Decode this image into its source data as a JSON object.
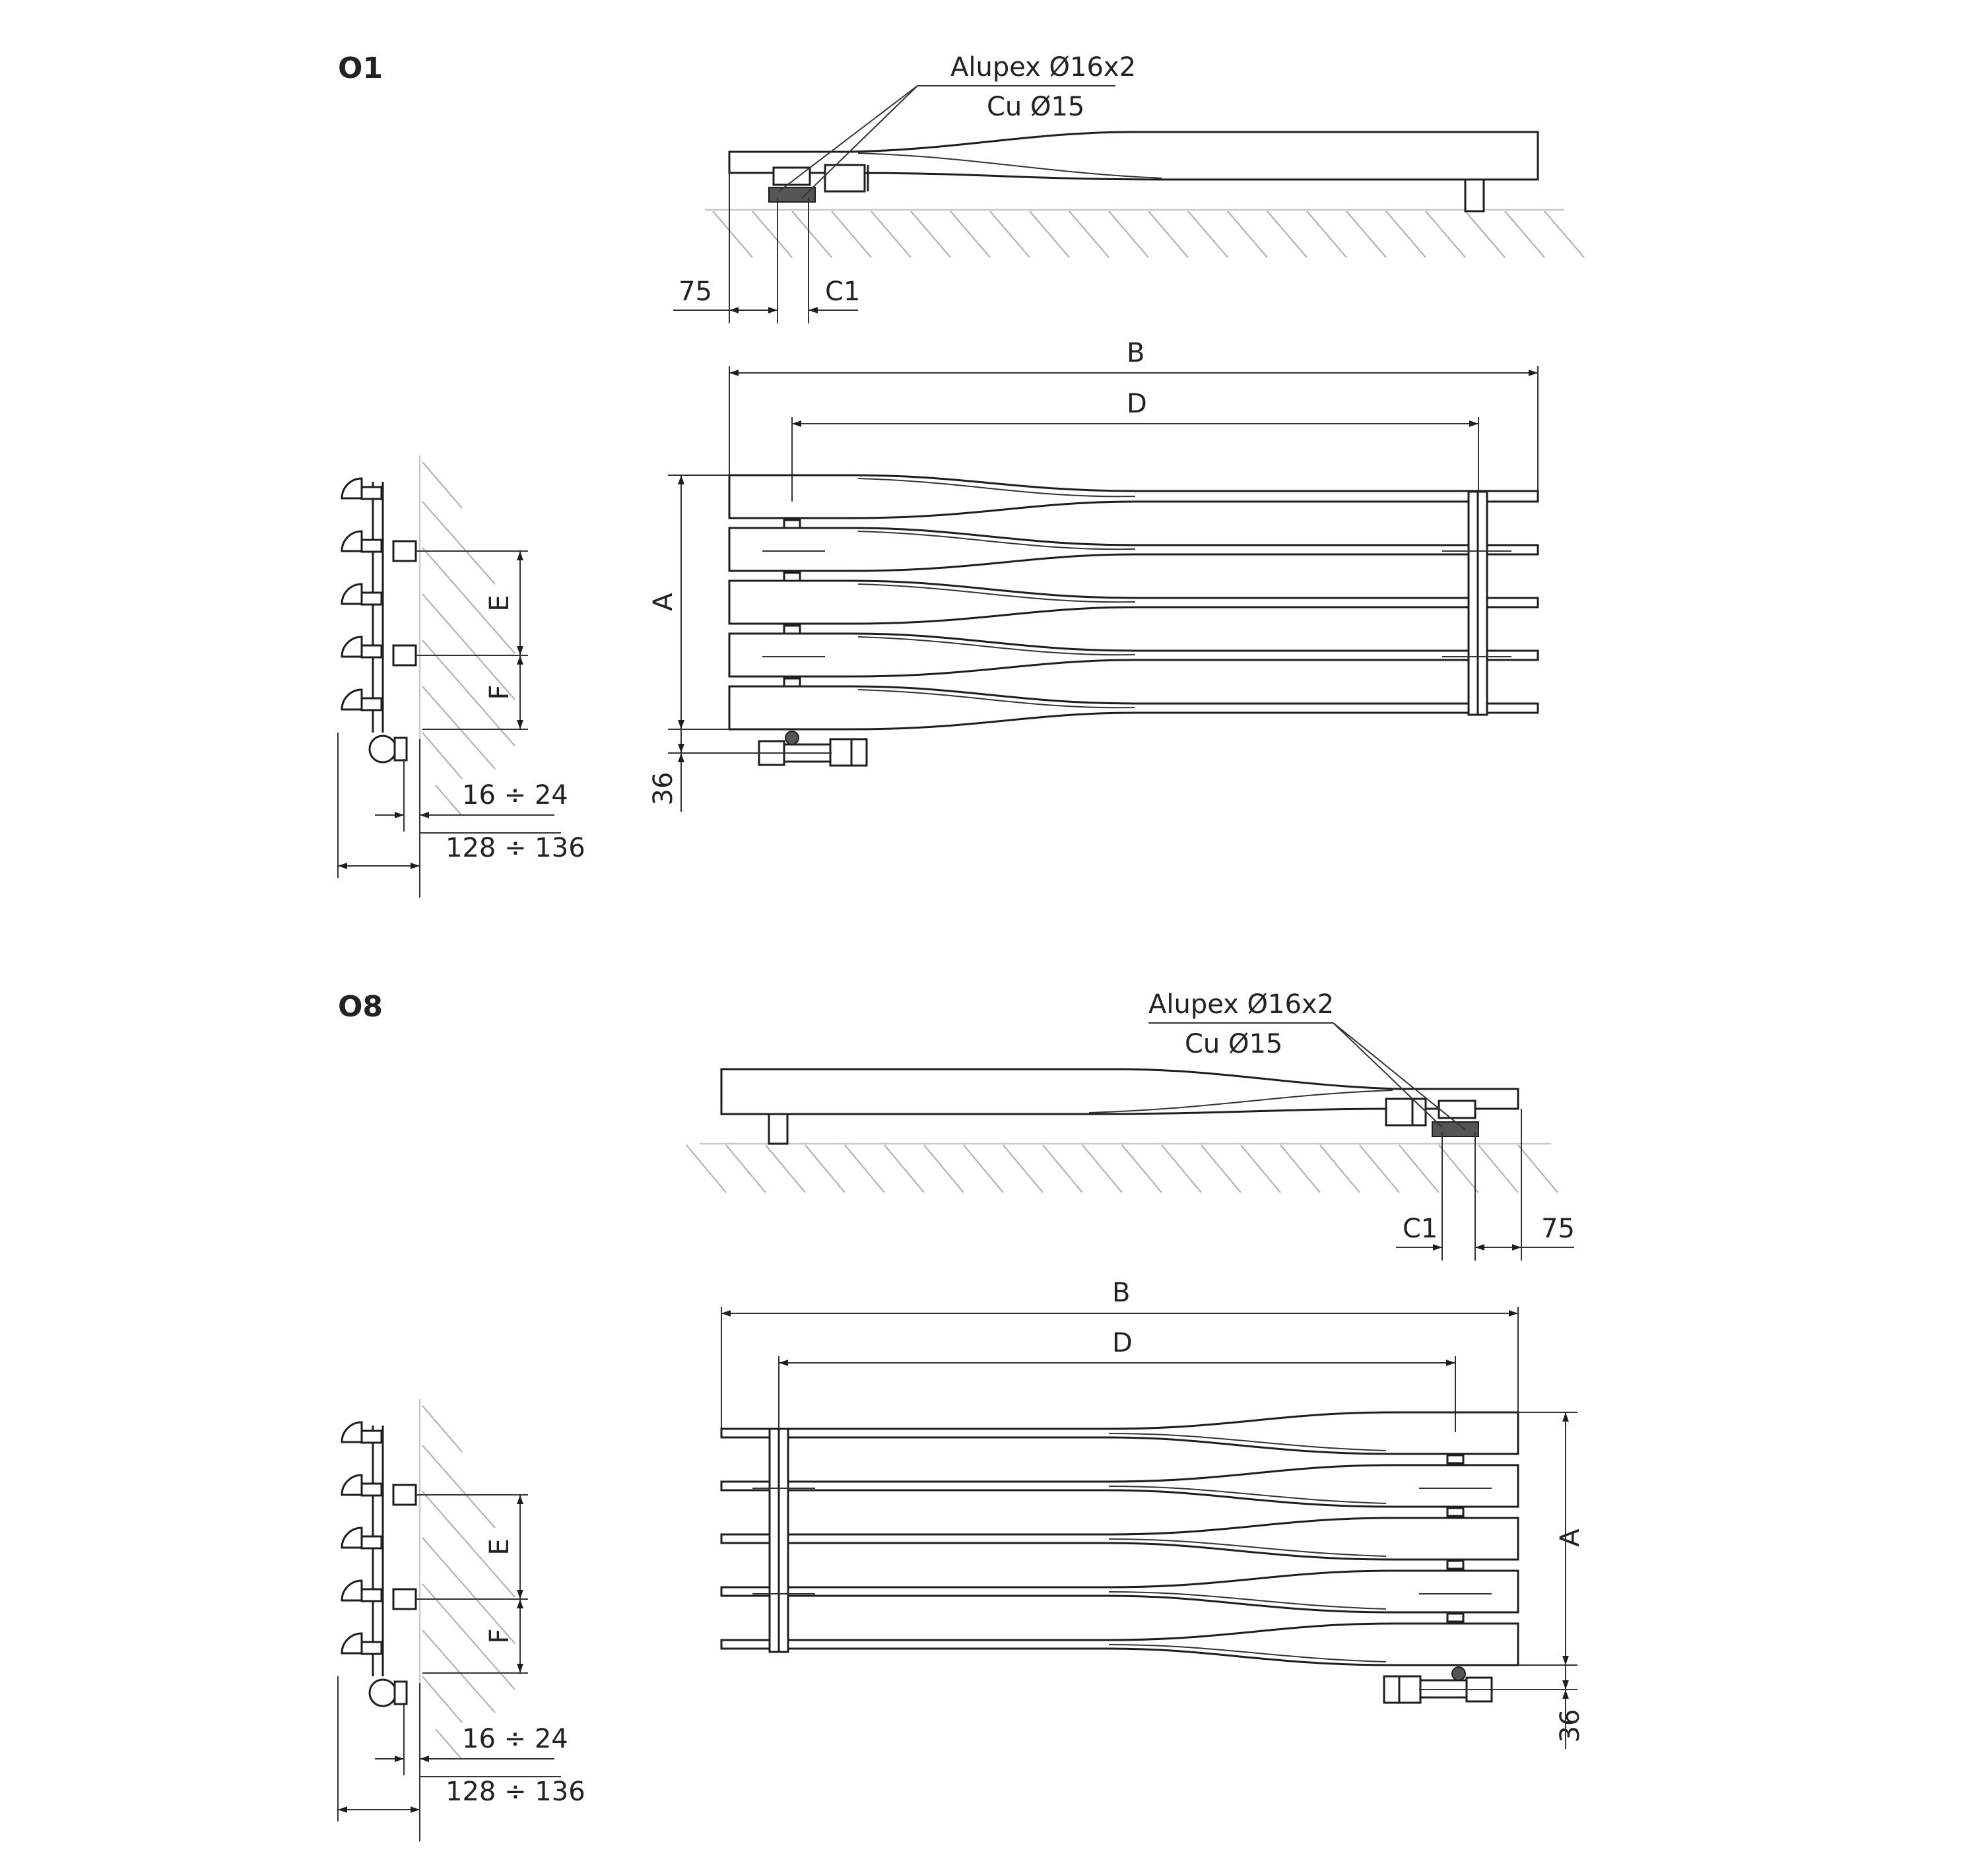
{
  "panels": [
    {
      "title": "O1",
      "pipe_label_1": "Alupex Ø16x2",
      "pipe_label_2": "Cu Ø15",
      "dim_75": "75",
      "dim_c1": "C1",
      "dim_b": "B",
      "dim_d": "D",
      "dim_a": "A",
      "dim_36": "36",
      "dim_e": "E",
      "dim_f": "F",
      "dim_16_24": "16 ÷ 24",
      "dim_128_136": "128 ÷ 136"
    },
    {
      "title": "O8",
      "pipe_label_1": "Alupex Ø16x2",
      "pipe_label_2": "Cu Ø15",
      "dim_75": "75",
      "dim_c1": "C1",
      "dim_b": "B",
      "dim_d": "D",
      "dim_a": "A",
      "dim_36": "36",
      "dim_e": "E",
      "dim_f": "F",
      "dim_16_24": "16 ÷ 24",
      "dim_128_136": "128 ÷ 136"
    }
  ]
}
